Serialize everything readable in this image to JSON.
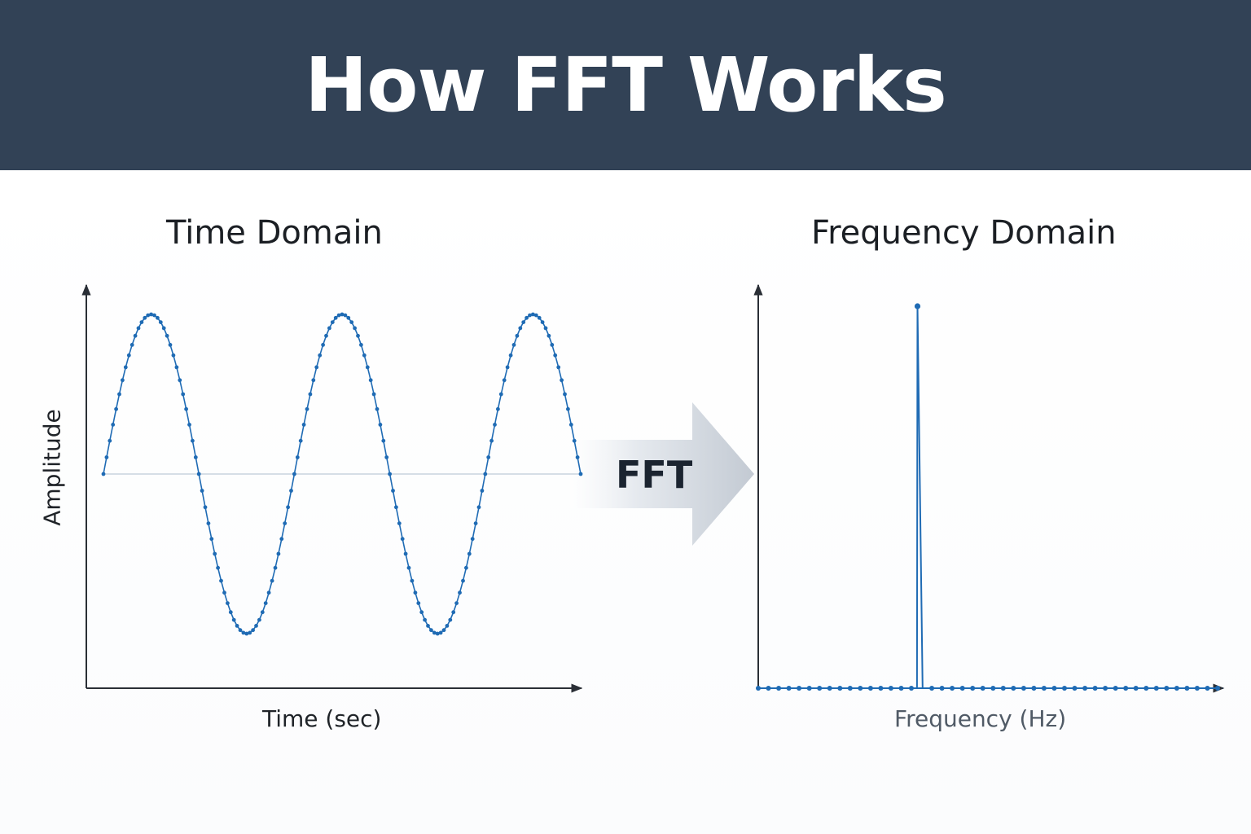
{
  "title": "How FFT Works",
  "arrow_label": "FFT",
  "colors": {
    "header": "#324256",
    "signal": "#1f6bb4",
    "axis": "#2a2f36"
  },
  "chart_data": [
    {
      "type": "line",
      "title": "Time Domain",
      "xlabel": "Time (sec)",
      "ylabel": "Amplitude",
      "series": [
        {
          "function": "sine",
          "amplitude": 1,
          "cycles": 2.5,
          "samples": 151
        }
      ],
      "ylim": [
        -1.1,
        1.1
      ],
      "grid": false,
      "baseline": 0
    },
    {
      "type": "line",
      "title": "Frequency Domain",
      "xlabel": "Frequency (Hz)",
      "ylabel": "",
      "series": [
        {
          "bins": 46,
          "peak_bin": 16,
          "peak_value": 1,
          "other_value": 0
        }
      ],
      "grid": false
    }
  ]
}
